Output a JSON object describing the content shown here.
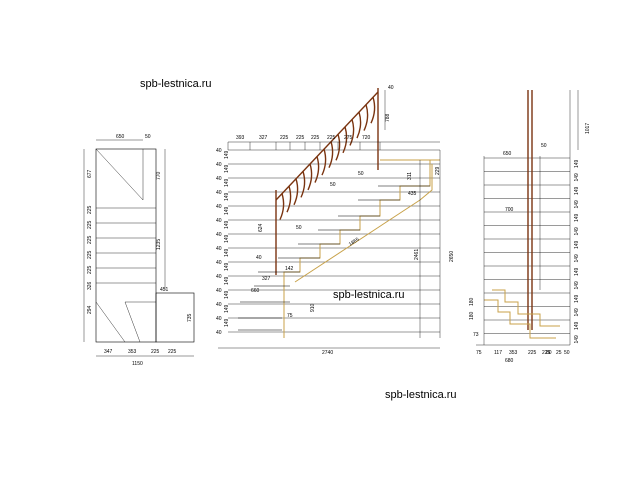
{
  "watermarks": [
    "spb-lestnica.ru",
    "spb-lestnica.ru",
    "spb-lestnica.ru"
  ],
  "plan_view": {
    "dims_top": [
      "650",
      "50"
    ],
    "dims_left": [
      "677",
      "225",
      "225",
      "225",
      "225",
      "225",
      "326",
      "294"
    ],
    "dims_right": [
      "770",
      "1235"
    ],
    "dims_bottom": [
      "347",
      "353",
      "225",
      "225"
    ],
    "dim_total": "1150",
    "dim_landing_top": "451",
    "dim_landing_side": "735"
  },
  "side_view": {
    "dims_top": [
      "393",
      "327",
      "225",
      "225",
      "225",
      "225",
      "275",
      "720"
    ],
    "dims_left": [
      "40",
      "40",
      "40",
      "40",
      "40",
      "40",
      "40",
      "40",
      "40",
      "40",
      "40",
      "40",
      "40",
      "40"
    ],
    "dims_left_inner": [
      "149",
      "149",
      "149",
      "149",
      "149",
      "149",
      "149",
      "149",
      "149",
      "149",
      "149",
      "149",
      "149"
    ],
    "dim_rail_top": "40",
    "dim_rail_side": "788",
    "dim_stringer": "1865",
    "dims_inner": [
      "50",
      "50",
      "50",
      "40",
      "142",
      "327",
      "660",
      "75",
      "624",
      "910",
      "311",
      "435",
      "229"
    ],
    "dim_height_1": "2461",
    "dim_height_2": "2650",
    "dim_bottom": "2740"
  },
  "front_view": {
    "dim_top": "650",
    "dim_rail": "50",
    "dim_rail_height": "1017",
    "dim_mid": "700",
    "dims_right": [
      "149",
      "149",
      "149",
      "149",
      "149",
      "149",
      "149",
      "149",
      "149",
      "149",
      "149",
      "149",
      "149",
      "149"
    ],
    "dims_left": [
      "180",
      "180",
      "73"
    ],
    "dims_bottom": [
      "75",
      "117",
      "353",
      "225",
      "225",
      "80",
      "25",
      "50"
    ],
    "dim_total": "680"
  }
}
